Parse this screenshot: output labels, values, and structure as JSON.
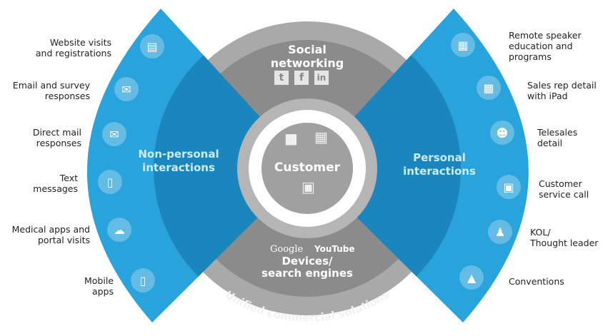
{
  "center": {
    "title": "Customer"
  },
  "top": {
    "title_line1": "Social",
    "title_line2": "networking",
    "icons": [
      "twitter-icon",
      "facebook-icon",
      "linkedin-icon"
    ]
  },
  "bottom": {
    "brand1": "Google",
    "brand2": "YouTube",
    "title_line1": "Devices/",
    "title_line2": "search engines"
  },
  "ring_text": "Unified commercial solutions",
  "left": {
    "title_line1": "Non-personal",
    "title_line2": "interactions",
    "items": [
      {
        "l1": "Website visits",
        "l2": "and registrations",
        "icon": "browser-icon"
      },
      {
        "l1": "Email and survey",
        "l2": "responses",
        "icon": "email-icon"
      },
      {
        "l1": "Direct mail",
        "l2": "responses",
        "icon": "mail-icon"
      },
      {
        "l1": "Text",
        "l2": "messages",
        "icon": "text-message-icon"
      },
      {
        "l1": "Medical apps and",
        "l2": "portal visits",
        "icon": "cloud-icon"
      },
      {
        "l1": "Mobile",
        "l2": "apps",
        "icon": "mobile-icon"
      }
    ]
  },
  "right": {
    "title_line1": "Personal",
    "title_line2": "interactions",
    "items": [
      {
        "l1": "Remote speaker",
        "l2": "education and",
        "l3": "programs",
        "icon": "presentation-icon"
      },
      {
        "l1": "Sales rep detail",
        "l2": "with iPad",
        "icon": "meeting-icon"
      },
      {
        "l1": "Telesales",
        "l2": "detail",
        "icon": "headset-icon"
      },
      {
        "l1": "Customer",
        "l2": "service call",
        "icon": "chat-icon"
      },
      {
        "l1": "KOL/",
        "l2": "Thought leader",
        "icon": "group-icon"
      },
      {
        "l1": "Conventions",
        "icon": "podium-icon"
      }
    ]
  },
  "colors": {
    "blue_light": "#29a3dc",
    "blue_dark": "#1b86bd",
    "gray_outer": "#a9a9a9",
    "gray_inner": "#8b8b8b",
    "gray_center": "#a0a0a0"
  }
}
